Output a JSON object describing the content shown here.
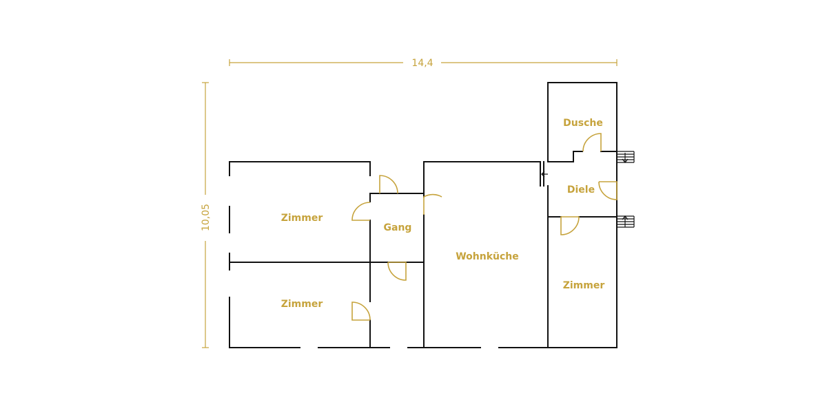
{
  "plan": {
    "accent_color": "#c6a33c",
    "wall_color": "#111111",
    "dimensions": {
      "width_label": "14,4",
      "height_label": "10,05"
    },
    "rooms": {
      "zimmer_top_left": "Zimmer",
      "zimmer_bottom_left": "Zimmer",
      "gang": "Gang",
      "wohnkueche": "Wohnküche",
      "dusche": "Dusche",
      "diele": "Diele",
      "zimmer_right": "Zimmer"
    }
  }
}
